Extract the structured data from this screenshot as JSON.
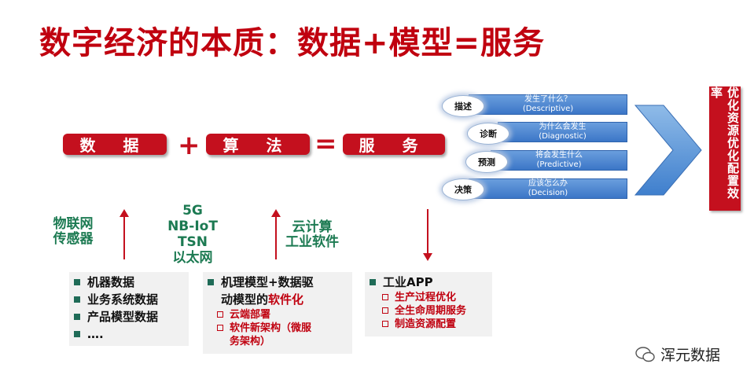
{
  "title": "数字经济的本质：数据+模型=服务",
  "equation": {
    "data": "数 据",
    "plus": "+",
    "algorithm": "算 法",
    "equals": "=",
    "service": "服 务"
  },
  "steps": [
    {
      "tag": "描述",
      "question": "发生了什么？",
      "english": "(Descriptive)"
    },
    {
      "tag": "诊断",
      "question": "为什么会发生",
      "english": "(Diagnostic)"
    },
    {
      "tag": "预测",
      "question": "将会发生什么",
      "english": "(Predictive)"
    },
    {
      "tag": "决策",
      "question": "应该怎么办",
      "english": "(Decision)"
    }
  ],
  "outcome": "优化资源优化配置效率",
  "left_labels": {
    "line1": "物联网",
    "line2": "传感器"
  },
  "network_labels": [
    "5G",
    "NB-IoT",
    "TSN",
    "以太网"
  ],
  "cloud_labels": {
    "line1": "云计算",
    "line2": "工业软件"
  },
  "data_panel": [
    "机器数据",
    "业务系统数据",
    "产品模型数据",
    "…."
  ],
  "model_panel": {
    "line1": "机理模型+数据驱",
    "line2_black": "动模型的",
    "line2_red": "软件化",
    "subs": [
      "云端部署",
      "软件新架构（微服",
      "务架构）"
    ]
  },
  "app_panel": {
    "title": "工业APP",
    "subs": [
      "生产过程优化",
      "全生命周期服务",
      "制造资源配置"
    ]
  },
  "watermark": "浑元数据",
  "colors": {
    "red": "#c4101e",
    "blue": "#3b76c7",
    "green": "#1c7a52"
  }
}
